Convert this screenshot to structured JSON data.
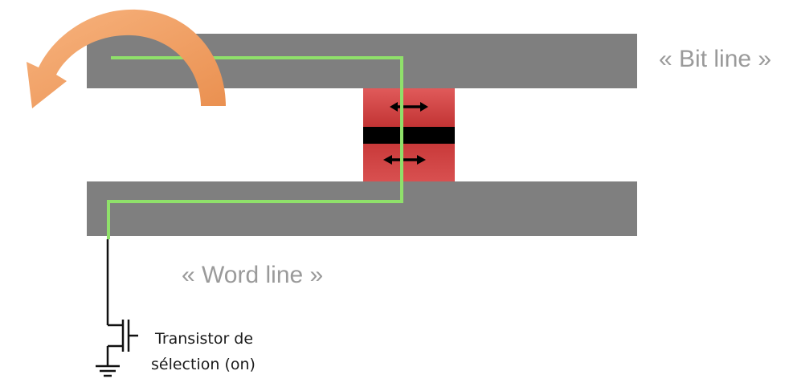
{
  "labels": {
    "bit_line": "« Bit line »",
    "word_line": "« Word line »",
    "transistor_line1": "Transistor de",
    "transistor_line2": "sélection (on)"
  },
  "colors": {
    "line_gray": "#7f7f7f",
    "current_path": "#8fe06a",
    "mtj_red": "#d64545",
    "barrier": "#000000",
    "arrow_orange": "#f2a56a",
    "label_gray": "#9a9a9a"
  },
  "icons": {
    "magnetization_arrow": "double-arrow-icon",
    "rotation_arrow": "curved-arrow-icon",
    "ground": "ground-icon"
  }
}
